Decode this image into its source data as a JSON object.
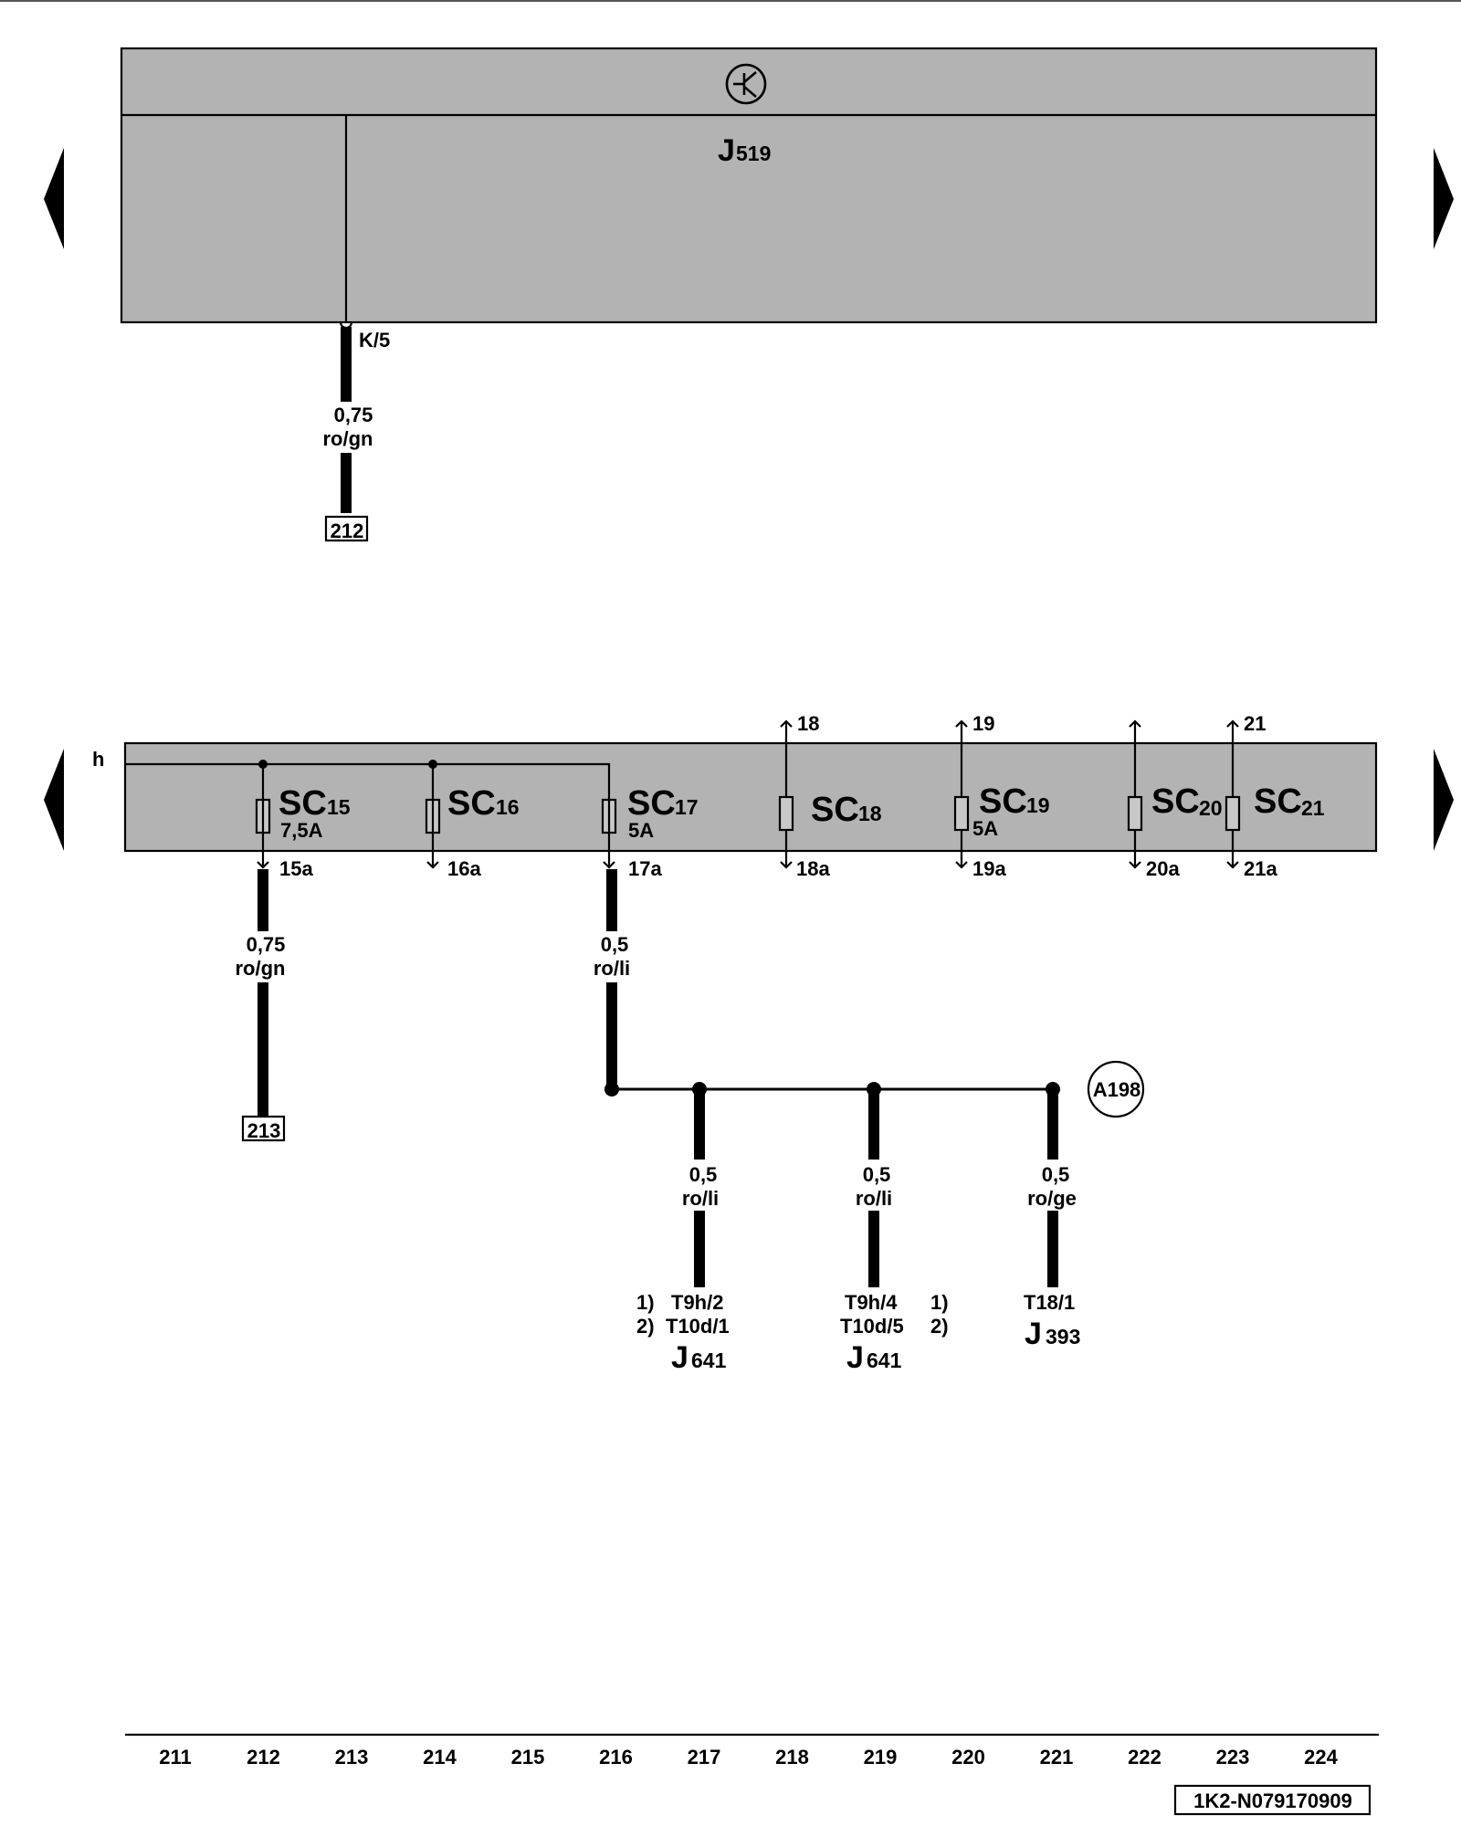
{
  "top_module": {
    "name": "J",
    "sub": "519",
    "pin": "K/5",
    "wire": {
      "size": "0,75",
      "color": "ro/gn"
    },
    "ref": "212"
  },
  "fuse_module": {
    "bus_label": "h",
    "fuses": [
      {
        "id": "SC",
        "sub": "15",
        "rating": "7,5A",
        "out": "15a",
        "in": ""
      },
      {
        "id": "SC",
        "sub": "16",
        "rating": "",
        "out": "16a",
        "in": ""
      },
      {
        "id": "SC",
        "sub": "17",
        "rating": "5A",
        "out": "17a",
        "in": ""
      },
      {
        "id": "SC",
        "sub": "18",
        "rating": "",
        "out": "18a",
        "in": "18"
      },
      {
        "id": "SC",
        "sub": "19",
        "rating": "5A",
        "out": "19a",
        "in": "19"
      },
      {
        "id": "SC",
        "sub": "20",
        "rating": "",
        "out": "20a",
        "in": ""
      },
      {
        "id": "SC",
        "sub": "21",
        "rating": "",
        "out": "21a",
        "in": "21"
      }
    ],
    "wire_15a": {
      "size": "0,75",
      "color": "ro/gn",
      "ref": "213"
    },
    "wire_17a": {
      "size": "0,5",
      "color": "ro/li"
    },
    "splice": "A198"
  },
  "branches": [
    {
      "size": "0,5",
      "color": "ro/li",
      "note1": "1)",
      "pin1": "T9h/2",
      "note2": "2)",
      "pin2": "T10d/1",
      "comp": "J",
      "comp_sub": "641"
    },
    {
      "size": "0,5",
      "color": "ro/li",
      "note1": "1)",
      "pin1": "T9h/4",
      "note2": "2)",
      "pin2": "T10d/5",
      "comp": "J",
      "comp_sub": "641"
    },
    {
      "size": "0,5",
      "color": "ro/ge",
      "pin1": "T18/1",
      "comp": "J",
      "comp_sub": "393"
    }
  ],
  "ruler": [
    "211",
    "212",
    "213",
    "214",
    "215",
    "216",
    "217",
    "218",
    "219",
    "220",
    "221",
    "222",
    "223",
    "224"
  ],
  "doc_code": "1K2-N079170909",
  "icons": {
    "module_symbol": "transistor-circle-icon",
    "nav_prev": "triangle-left-icon",
    "nav_next": "triangle-right-icon"
  }
}
